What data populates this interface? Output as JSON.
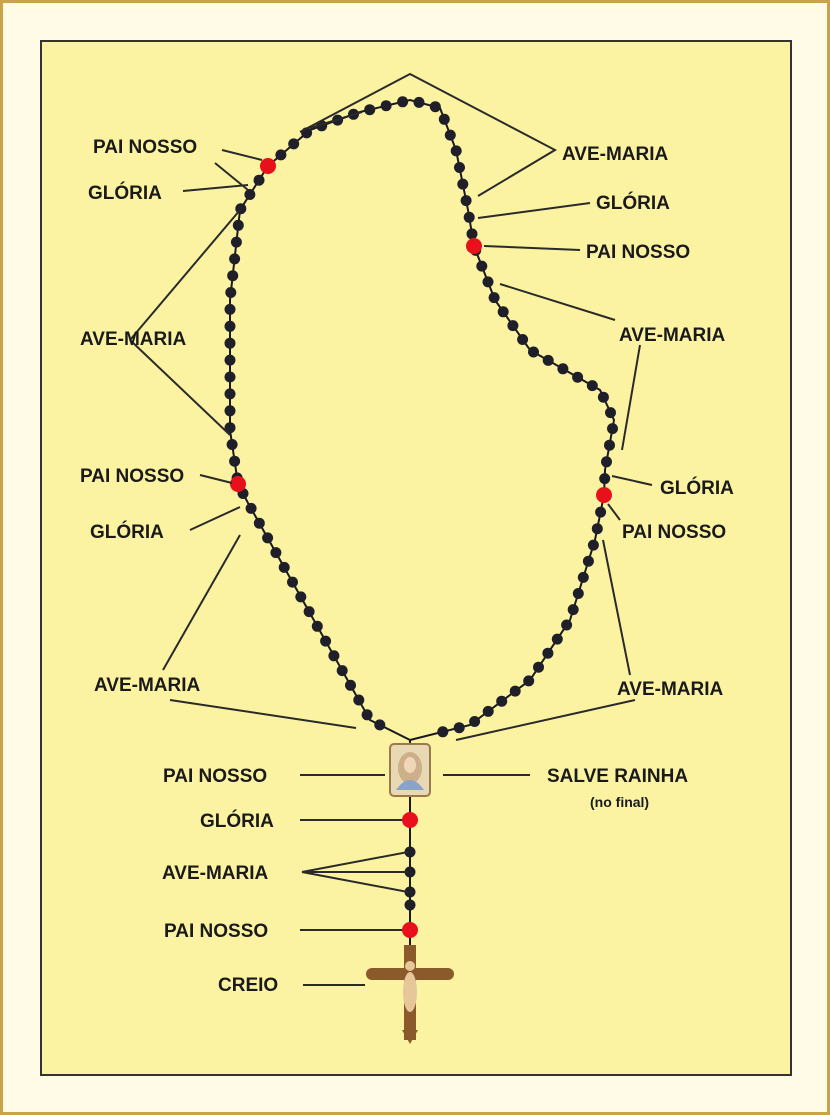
{
  "labels": {
    "pai_nosso": "PAI NOSSO",
    "gloria": "GLÓRIA",
    "ave_maria": "AVE-MARIA",
    "salve_rainha": "SALVE RAINHA",
    "salve_rainha_note": "(no final)",
    "creio": "CREIO"
  },
  "colors": {
    "frame_border": "#c9a348",
    "panel_bg": "#fbf3a2",
    "bead": "#1f1f2a",
    "pai_nosso_bead": "#e8101a",
    "cross": "#8a5a2b"
  },
  "icons": [
    "cross-icon",
    "medal-icon"
  ]
}
